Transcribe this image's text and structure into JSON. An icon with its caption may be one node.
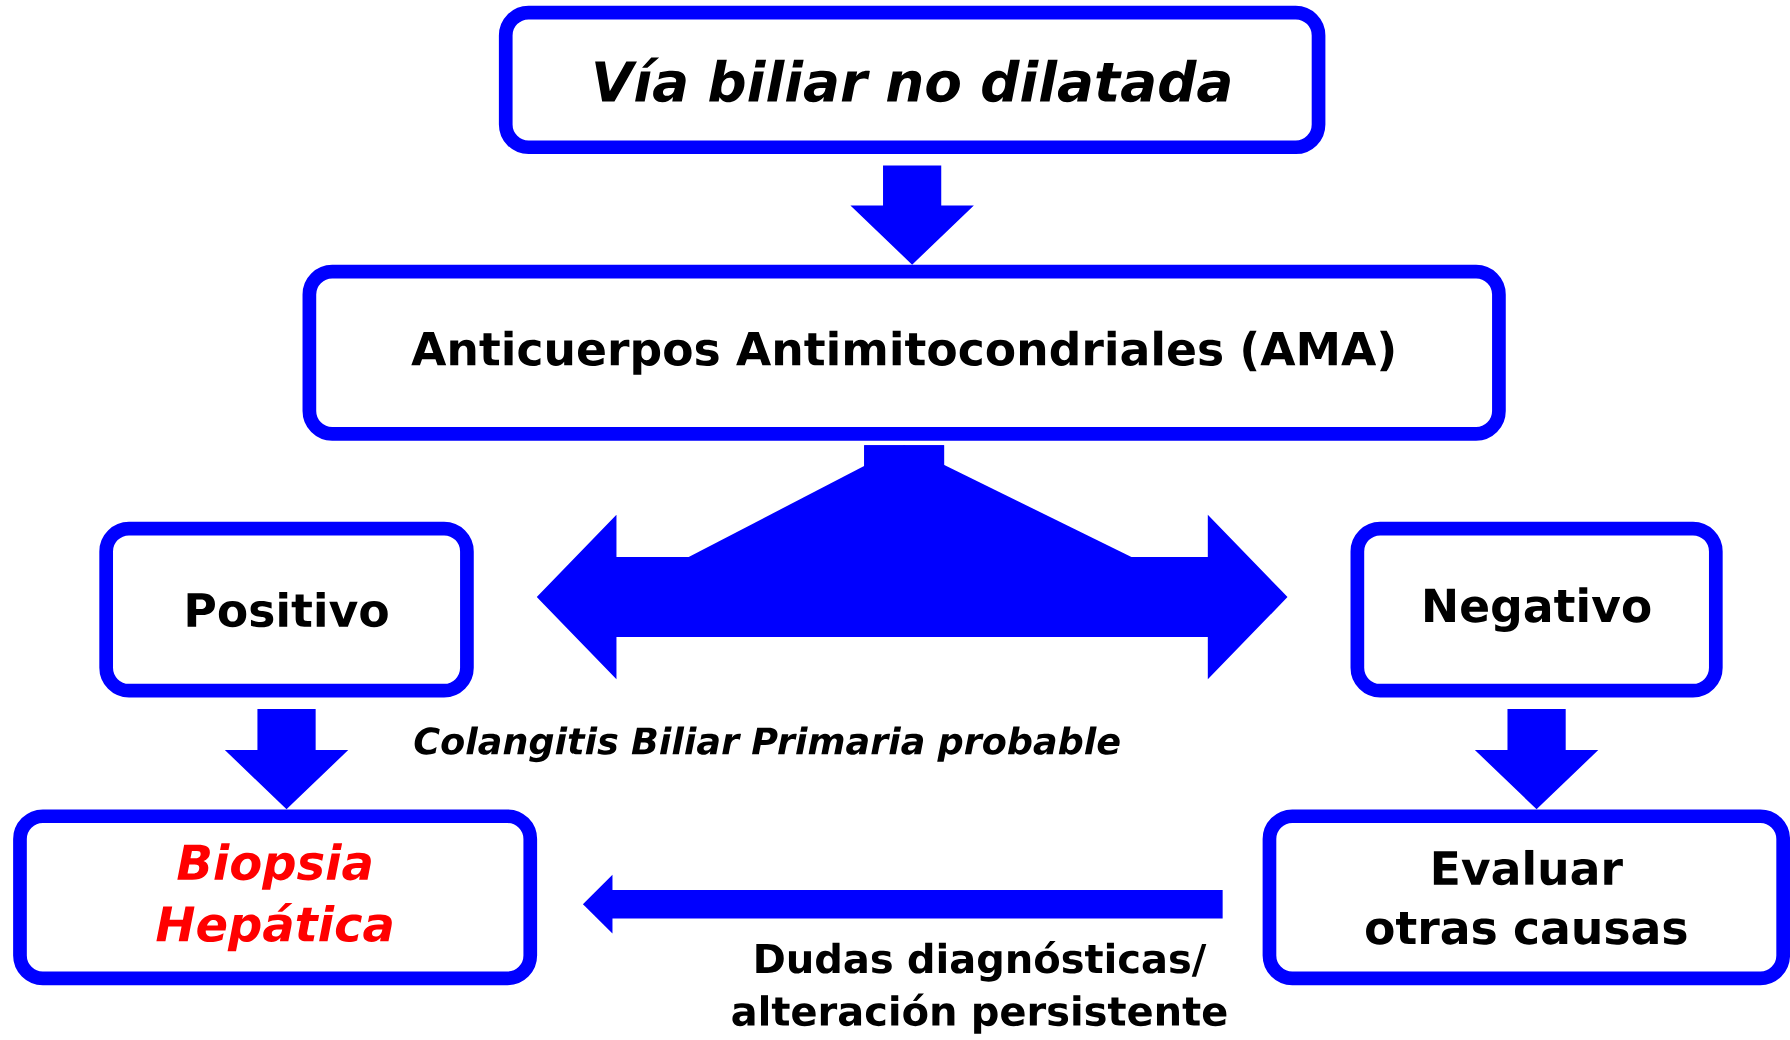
{
  "diagram": {
    "nodes": [
      {
        "text": [
          "Vía biliar no dilatada"
        ]
      },
      {
        "text": [
          "Anticuerpos Antimitocondriales (AMA)"
        ]
      },
      {
        "text": [
          "Positivo"
        ]
      },
      {
        "text": [
          "Negativo"
        ]
      },
      {
        "text": [
          "Biopsia Hepática"
        ]
      },
      {
        "text": [
          "Evaluar otras causas"
        ]
      }
    ],
    "edges": [
      {
        "from": 0,
        "to": 1,
        "arrow": "to"
      },
      {
        "from": 1,
        "to": 2,
        "arrow": "to"
      },
      {
        "from": 1,
        "to": 3,
        "arrow": "to"
      },
      {
        "from": 2,
        "to": 4,
        "arrow": "to",
        "label": "Colangitis Biliar Primaria probable"
      },
      {
        "from": 3,
        "to": 5,
        "arrow": "to"
      },
      {
        "from": 5,
        "to": 4,
        "arrow": "to",
        "label": "Dudas diagnósticas/ alteración persistente"
      }
    ]
  }
}
